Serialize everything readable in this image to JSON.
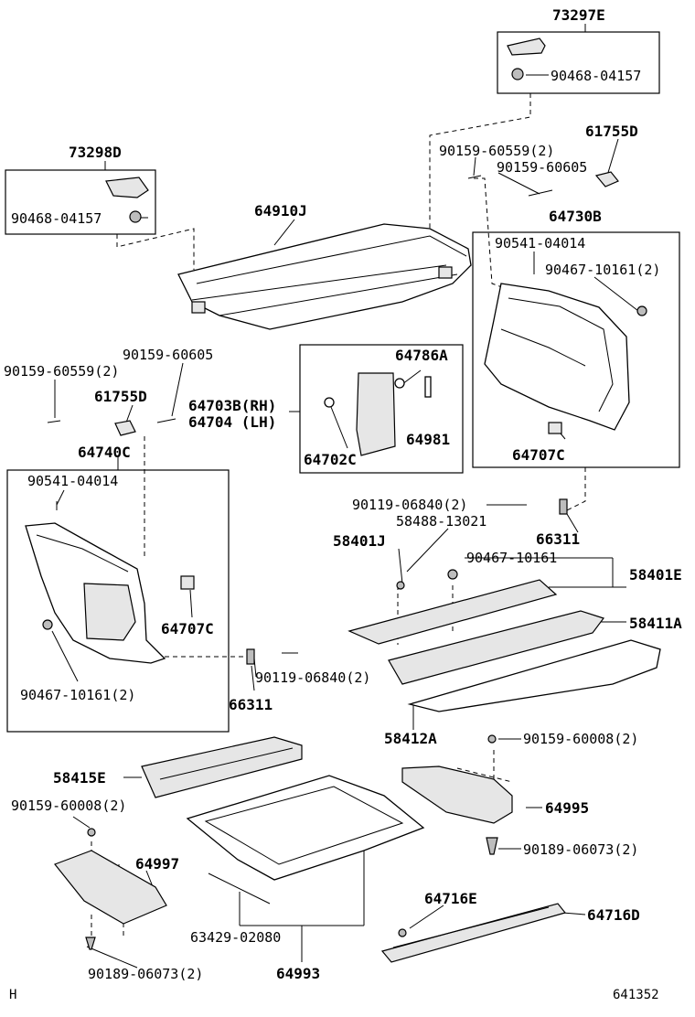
{
  "labels": {
    "p73297E": "73297E",
    "p90468_04157_a": "90468-04157",
    "p73298D": "73298D",
    "p90468_04157_b": "90468-04157",
    "p90159_60559_2_a": "90159-60559(2)",
    "p61755D_a": "61755D",
    "p90159_60605_a": "90159-60605",
    "p64910J": "64910J",
    "p64730B": "64730B",
    "p90541_04014_a": "90541-04014",
    "p90467_10161_2_a": "90467-10161(2)",
    "p90159_60605_b": "90159-60605",
    "p90159_60559_2_b": "90159-60559(2)",
    "p61755D_b": "61755D",
    "p64703B": "64703B(RH)",
    "p64704": "64704  (LH)",
    "p64786A": "64786A",
    "p64981": "64981",
    "p64702C": "64702C",
    "p64707C_a": "64707C",
    "p64740C": "64740C",
    "p90541_04014_b": "90541-04014",
    "p64707C_b": "64707C",
    "p90467_10161_2_b": "90467-10161(2)",
    "p90119_06840_2_a": "90119-06840(2)",
    "p58488_13021": "58488-13021",
    "p66311_a": "66311",
    "p58401J": "58401J",
    "p90467_10161": "90467-10161",
    "p58401E": "58401E",
    "p58411A": "58411A",
    "p90119_06840_2_b": "90119-06840(2)",
    "p66311_b": "66311",
    "p58412A": "58412A",
    "p90159_60008_2_a": "90159-60008(2)",
    "p58415E": "58415E",
    "p64995": "64995",
    "p90159_60008_2_b": "90159-60008(2)",
    "p90189_06073_2_a": "90189-06073(2)",
    "p64997": "64997",
    "p64716E": "64716E",
    "p64716D": "64716D",
    "p63429_02080": "63429-02080",
    "p90189_06073_2_b": "90189-06073(2)",
    "p64993": "64993",
    "corner_h": "H",
    "fig_no": "641352"
  }
}
